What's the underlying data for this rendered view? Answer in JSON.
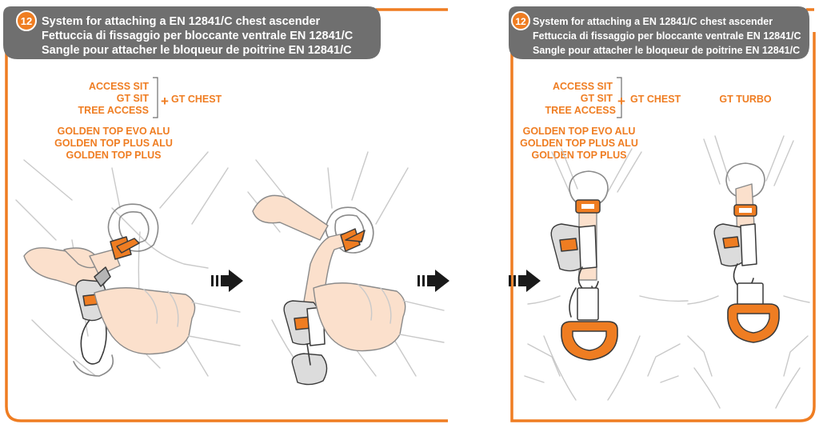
{
  "step_number": "12",
  "title_lines": [
    "System for attaching a EN 12841/C chest ascender",
    "Fettuccia di fissaggio per bloccante ventrale EN 12841/C",
    "Sangle pour attacher le bloqueur de poitrine EN 12841/C"
  ],
  "harnesses_group": [
    "ACCESS SIT",
    "GT SIT",
    "TREE ACCESS"
  ],
  "plus_sign": "+",
  "chest_model": "GT CHEST",
  "ascender_models": [
    "GOLDEN TOP EVO ALU",
    "GOLDEN TOP PLUS ALU",
    "GOLDEN TOP PLUS"
  ],
  "turbo_model": "GT TURBO",
  "colors": {
    "accent": "#ef7d22",
    "banner": "#6f6f6f",
    "skin": "#fbe0cc",
    "line": "#c9c9c9"
  },
  "icons": [
    "arrow-right-icon"
  ]
}
